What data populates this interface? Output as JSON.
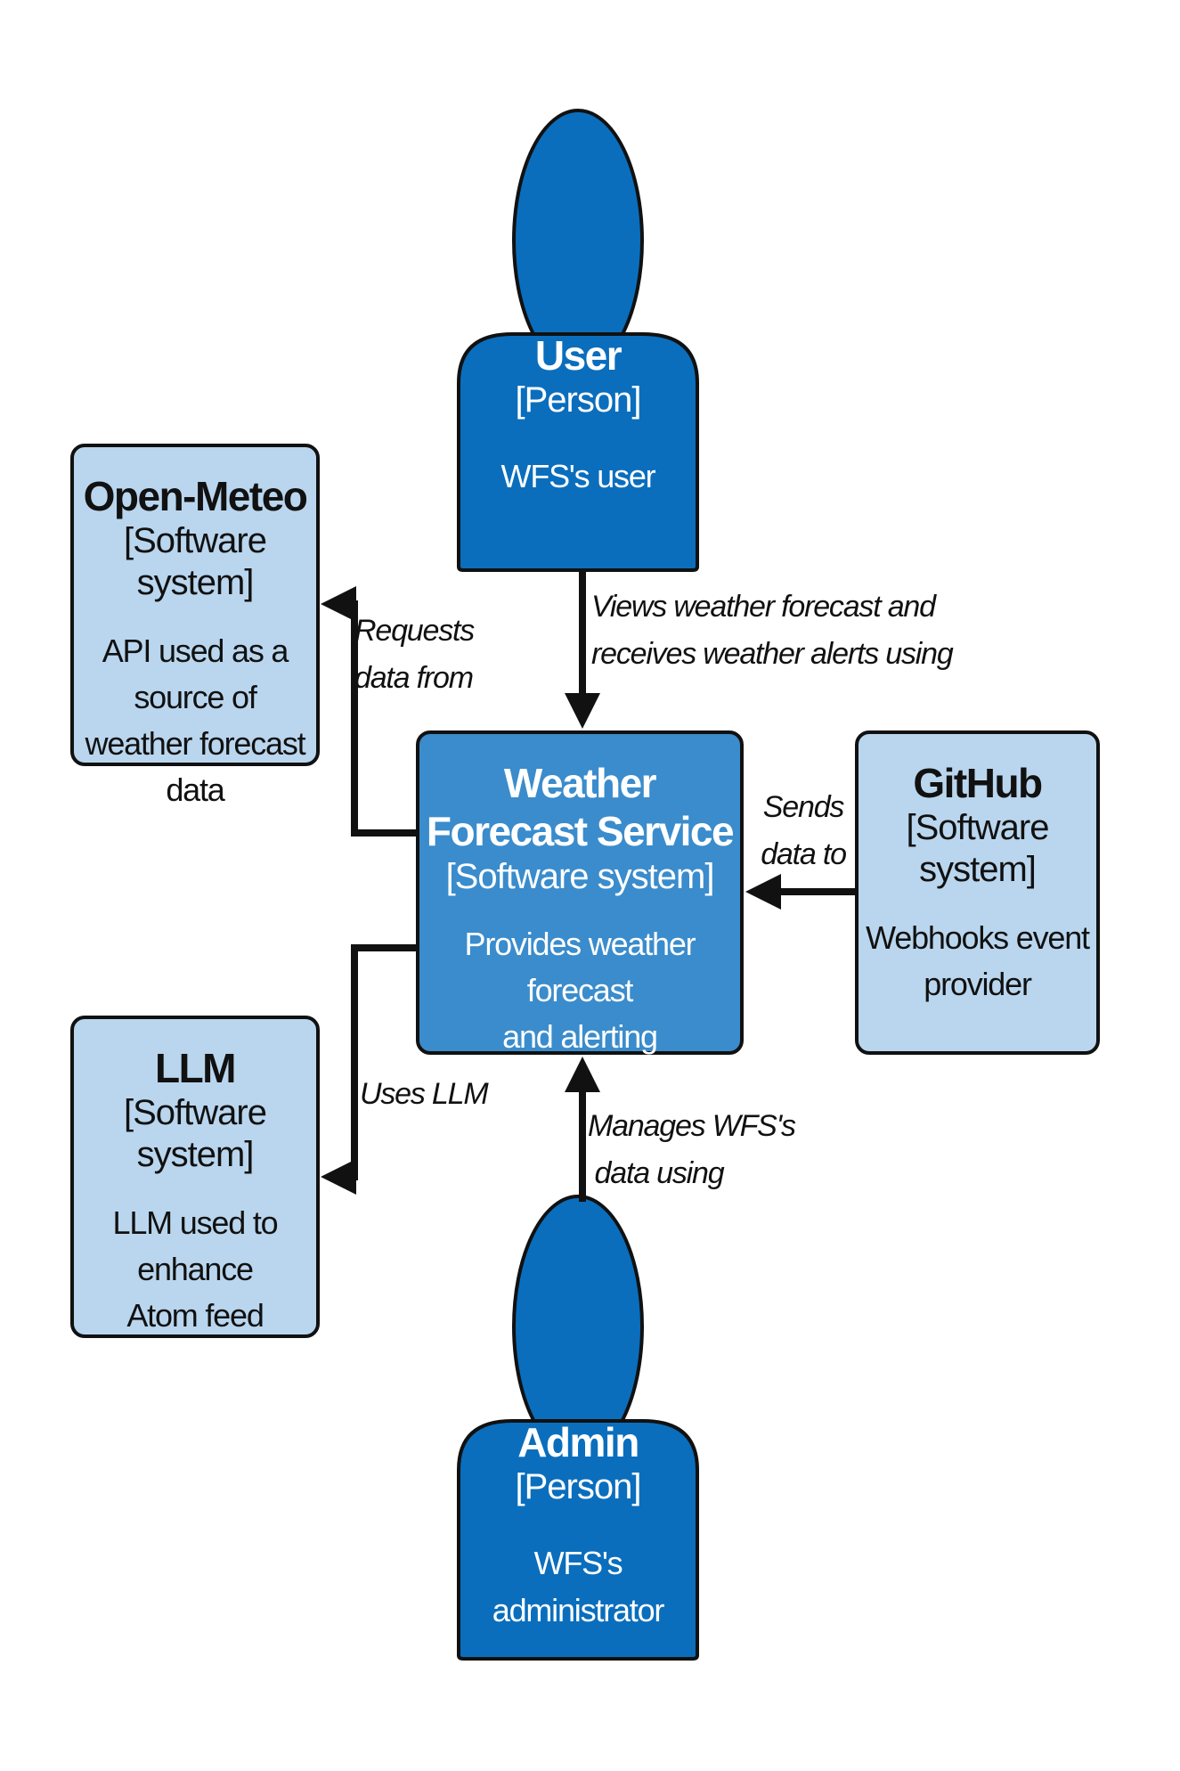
{
  "colors": {
    "person_fill": "#0a6ebd",
    "central_fill": "#3a8ccc",
    "external_fill": "#b9d6ee",
    "stroke": "#111111"
  },
  "user": {
    "title": "User",
    "kind": "[Person]",
    "desc": "WFS's user"
  },
  "admin": {
    "title": "Admin",
    "kind": "[Person]",
    "desc": "WFS's administrator"
  },
  "wfs": {
    "title": "Weather Forecast Service",
    "kind": "[Software system]",
    "desc_line1": "Provides weather forecast",
    "desc_line2": "and alerting"
  },
  "open_meteo": {
    "title": "Open-Meteo",
    "kind": "[Software system]",
    "desc_line1": "API used as a source of",
    "desc_line2": "weather forecast data"
  },
  "llm": {
    "title": "LLM",
    "kind": "[Software system]",
    "desc_line1": "LLM used to enhance",
    "desc_line2": "Atom feed"
  },
  "github": {
    "title": "GitHub",
    "kind": "[Software system]",
    "desc_line1": "Webhooks event",
    "desc_line2": "provider"
  },
  "relations": {
    "user_to_wfs": {
      "line1": "Views weather forecast and",
      "line2": "receives weather alerts using"
    },
    "wfs_to_open_meteo": {
      "line1": "Requests",
      "line2": "data from"
    },
    "github_to_wfs": {
      "line1": "Sends",
      "line2": "data to"
    },
    "wfs_to_llm": {
      "line1": "Uses LLM"
    },
    "admin_to_wfs": {
      "line1": "Manages WFS's",
      "line2": "data using"
    }
  }
}
